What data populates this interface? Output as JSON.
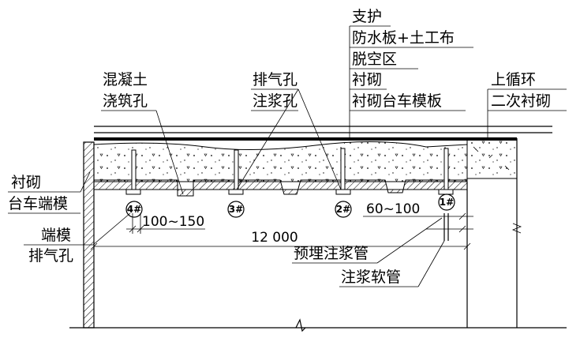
{
  "labels": {
    "zhihu": "支护",
    "fangshuiban": "防水板+土工布",
    "tuokongqu": "脱空区",
    "chenqi": "衬砌",
    "chenqi_taiche_moban": "衬砌台车模板",
    "shang_xunhuan": "上循环",
    "erci_chenqi": "二次衬砌",
    "paiqikong": "排气孔",
    "zhujiangkong": "注浆孔",
    "hunningtu": "混凝土",
    "jiaozhukong": "浇筑孔",
    "chenqi2": "衬砌",
    "taiche_duanmo": "台车端模",
    "duanmo": "端模",
    "paiqikong2": "排气孔",
    "yumai_zhujiangguan": "预埋注浆管",
    "zhujiang_ruanguan": "注浆软管"
  },
  "dimensions": {
    "d1": "100~150",
    "d2": "60~100",
    "d3": "12 000"
  },
  "markers": [
    "4#",
    "3#",
    "2#",
    "1#"
  ]
}
